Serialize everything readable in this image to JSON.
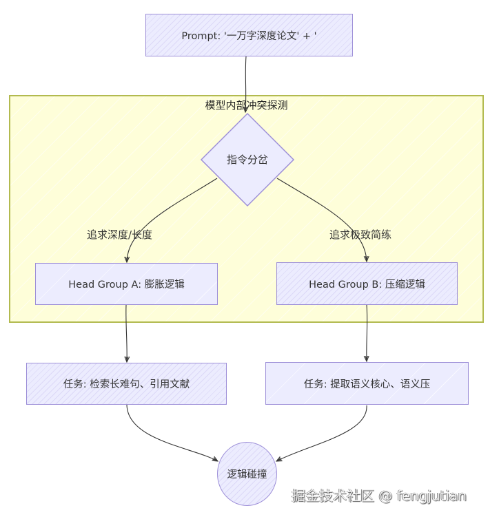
{
  "diagram": {
    "nodes": {
      "prompt": "Prompt: '一万字深度论文' + '",
      "subgraph_title": "模型内部冲突探测",
      "decision": "指令分岔",
      "head_a": "Head Group A: 膨胀逻辑",
      "head_b": "Head Group B: 压缩逻辑",
      "task_a": "任务: 检索长难句、引用文献",
      "task_b": "任务: 提取语义核心、语义压",
      "collision": "逻辑碰撞"
    },
    "edge_labels": {
      "to_a": "追求深度/长度",
      "to_b": "追求极致简练"
    },
    "edges": [
      {
        "from": "prompt",
        "to": "decision",
        "label": ""
      },
      {
        "from": "decision",
        "to": "head_a",
        "label": "追求深度/长度"
      },
      {
        "from": "decision",
        "to": "head_b",
        "label": "追求极致简练"
      },
      {
        "from": "head_a",
        "to": "task_a",
        "label": ""
      },
      {
        "from": "head_b",
        "to": "task_b",
        "label": ""
      },
      {
        "from": "task_a",
        "to": "collision",
        "label": ""
      },
      {
        "from": "task_b",
        "to": "collision",
        "label": ""
      }
    ],
    "colors": {
      "node_fill": "#ececfe",
      "node_stroke": "#9d8fd8",
      "subgraph_fill": "#fefed9",
      "subgraph_stroke": "#b2ba4f",
      "edge": "#333333"
    }
  },
  "watermark": "掘金技术社区 @ fengjutian"
}
